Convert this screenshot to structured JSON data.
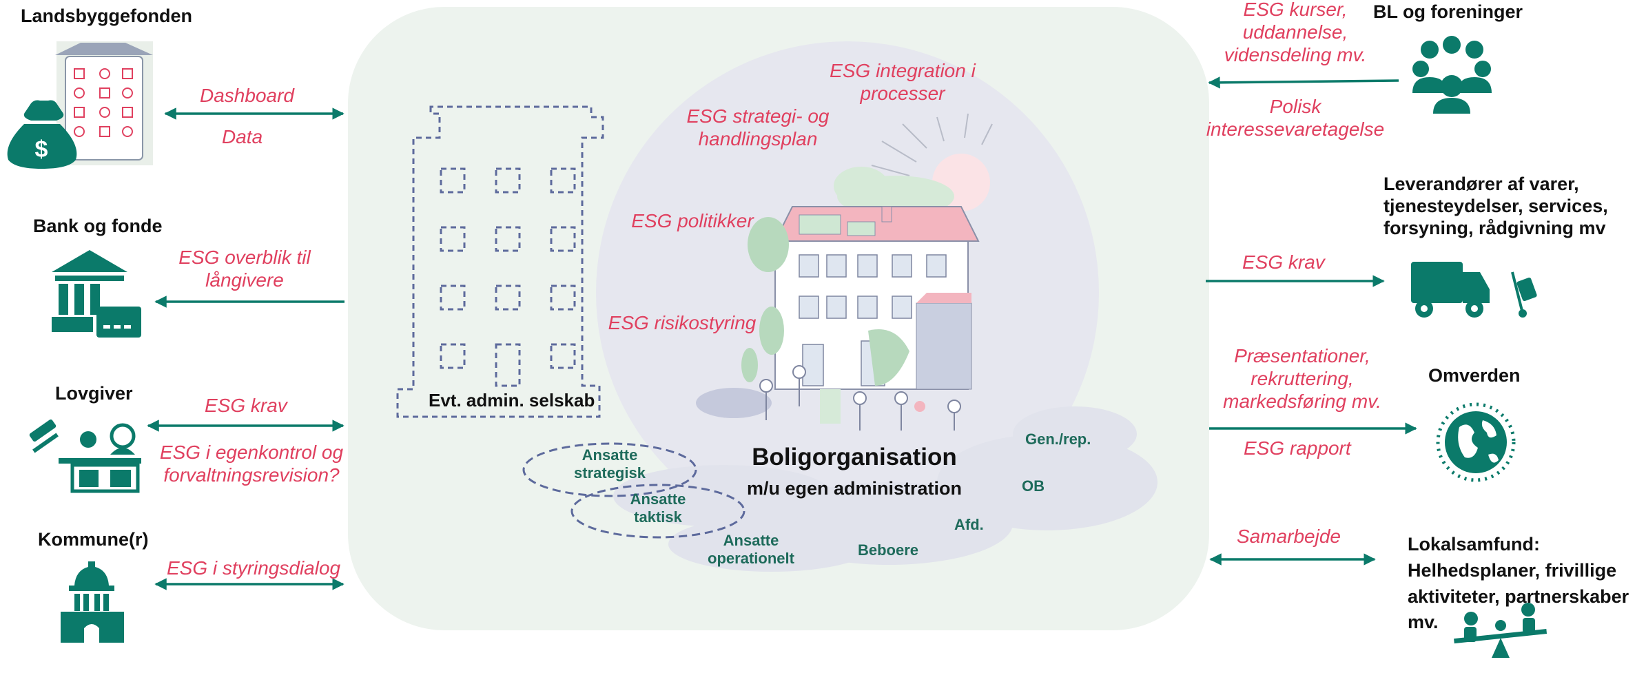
{
  "colors": {
    "teal": "#0b7a6a",
    "flow_text": "#e0405f",
    "outer_bg": "#edf3ee",
    "inner_circle": "#e7e8f0",
    "dash": "#5d6a9c",
    "group_text": "#1e6b5b"
  },
  "center": {
    "title": "Boligorganisation",
    "subtitle": "m/u egen administration",
    "admin_label": "Evt. admin. selskab",
    "topics": [
      "ESG integration i processer",
      "ESG strategi- og handlingsplan",
      "ESG politikker",
      "ESG risikostyring"
    ],
    "groups": [
      "Ansatte strategisk",
      "Ansatte taktisk",
      "Ansatte operationelt",
      "Beboere",
      "Afd.",
      "OB",
      "Gen./rep."
    ]
  },
  "left": [
    {
      "name": "Landsbyggefonden",
      "flows": [
        "Dashboard",
        "Data"
      ],
      "icon": "money-bag-app-grid-icon"
    },
    {
      "name": "Bank og fonde",
      "flows": [
        "ESG overblik til långivere"
      ],
      "icon": "bank-card-icon"
    },
    {
      "name": "Lovgiver",
      "flows": [
        "ESG krav",
        "ESG i egenkontrol og forvaltningsrevision?"
      ],
      "icon": "judge-gavel-icon"
    },
    {
      "name": "Kommune(r)",
      "flows": [
        "ESG i styringsdialog"
      ],
      "icon": "town-hall-icon"
    }
  ],
  "right": [
    {
      "name": "BL og foreninger",
      "flows": [
        "ESG kurser, uddannelse, vidensdeling mv.",
        "Polisk interessevaretagelse"
      ],
      "icon": "people-group-icon"
    },
    {
      "name": "Leverandører af varer, tjenesteydelser, services, forsyning, rådgivning mv",
      "flows": [
        "ESG krav"
      ],
      "icon": "delivery-truck-icon"
    },
    {
      "name": "Omverden",
      "flows": [
        "Præsentationer, rekruttering, markedsføring mv.",
        "ESG rapport"
      ],
      "icon": "globe-icon"
    },
    {
      "name": "Lokalsamfund: Helhedsplaner, frivillige aktiviteter, partnerskaber mv.",
      "flows": [
        "Samarbejde"
      ],
      "icon": "playground-seesaw-icon"
    }
  ]
}
